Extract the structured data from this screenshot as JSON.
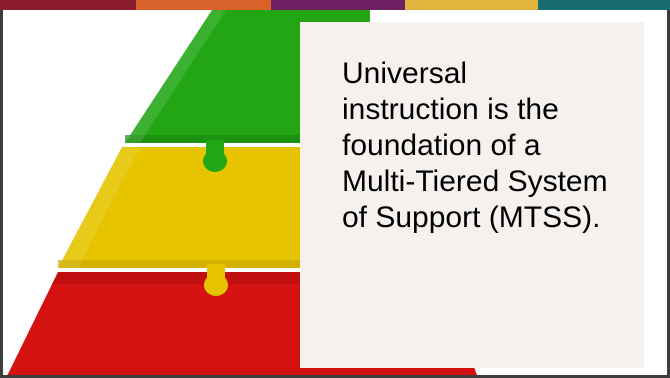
{
  "top_bar": {
    "segments": [
      {
        "color": "#8b1d2c",
        "width": 136
      },
      {
        "color": "#d9622b",
        "width": 135
      },
      {
        "color": "#6d2064",
        "width": 134
      },
      {
        "color": "#e1b43b",
        "width": 133
      },
      {
        "color": "#1b6b73",
        "width": 132
      }
    ]
  },
  "pyramid_colors": {
    "top": "#22a614",
    "middle": "#e6c400",
    "bottom": "#d41212"
  },
  "main_text": "Universal instruction is the foundation of a Multi-Tiered System of Support (MTSS)."
}
